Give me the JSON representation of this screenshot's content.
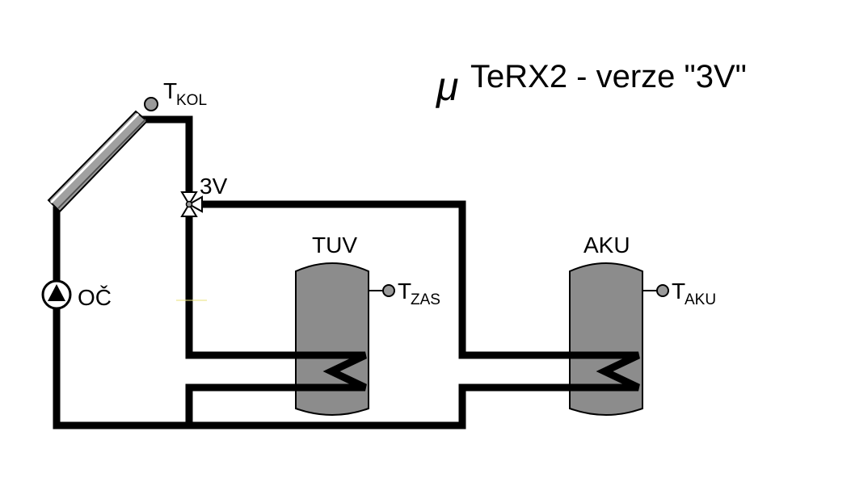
{
  "title": {
    "mu": "μ",
    "text": "TeRX2 - verze \"3V\""
  },
  "labels": {
    "collector_sensor": {
      "main": "T",
      "sub": "KOL"
    },
    "valve": "3V",
    "pump": "OČ",
    "tank_tuv": "TUV",
    "tank_aku": "AKU",
    "tuv_sensor": {
      "main": "T",
      "sub": "ZAS"
    },
    "aku_sensor": {
      "main": "T",
      "sub": "AKU"
    }
  },
  "colors": {
    "pipe": "#000000",
    "tank": "#8c8c8c",
    "sensor": "#9a9a9a",
    "collector_fill": "#a0a0a0",
    "background": "#ffffff"
  }
}
